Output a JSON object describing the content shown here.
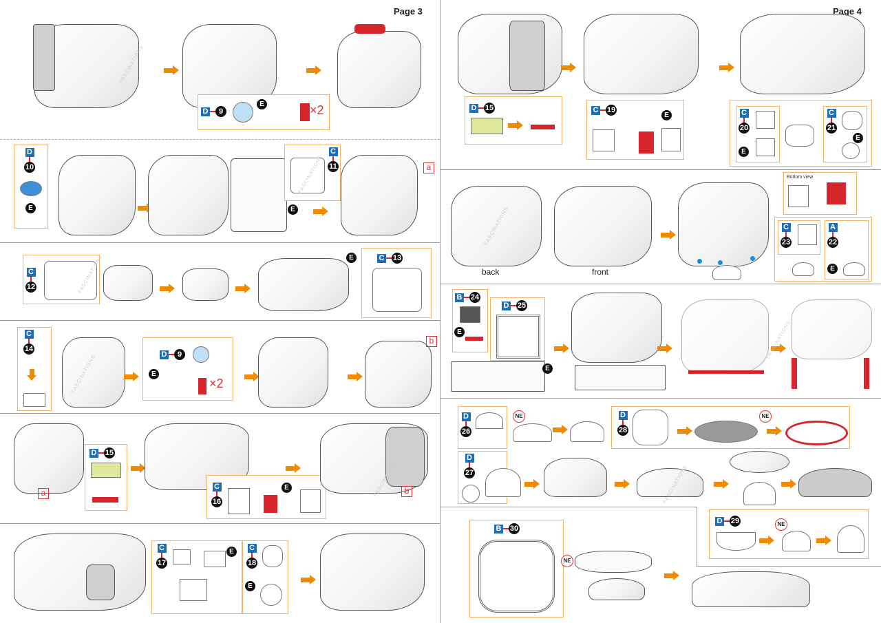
{
  "pages": [
    {
      "label": "Page 3"
    },
    {
      "label": "Page 4"
    }
  ],
  "watermark": "FASCINATIONS",
  "multiplier": "×2",
  "connector_labels": {
    "a": "a",
    "b": "b"
  },
  "captions": {
    "back": "back",
    "front": "front",
    "bottom_view": "Bottom view"
  },
  "glue_mark": "E",
  "ne_mark": "NE",
  "steps": {
    "s9a": {
      "sheet": "D",
      "num": "9"
    },
    "s10": {
      "sheet": "D",
      "num": "10"
    },
    "s11": {
      "sheet": "C",
      "num": "11"
    },
    "s12": {
      "sheet": "C",
      "num": "12"
    },
    "s13": {
      "sheet": "C",
      "num": "13"
    },
    "s14": {
      "sheet": "C",
      "num": "14"
    },
    "s9b": {
      "sheet": "D",
      "num": "9"
    },
    "s15a": {
      "sheet": "D",
      "num": "15"
    },
    "s16": {
      "sheet": "C",
      "num": "16"
    },
    "s17": {
      "sheet": "C",
      "num": "17"
    },
    "s18": {
      "sheet": "C",
      "num": "18"
    },
    "s15b": {
      "sheet": "D",
      "num": "15"
    },
    "s19": {
      "sheet": "C",
      "num": "19"
    },
    "s20": {
      "sheet": "C",
      "num": "20"
    },
    "s21": {
      "sheet": "C",
      "num": "21"
    },
    "s22": {
      "sheet": "A",
      "num": "22"
    },
    "s23": {
      "sheet": "C",
      "num": "23"
    },
    "s24": {
      "sheet": "B",
      "num": "24"
    },
    "s25": {
      "sheet": "D",
      "num": "25"
    },
    "s26": {
      "sheet": "D",
      "num": "26"
    },
    "s27": {
      "sheet": "D",
      "num": "27"
    },
    "s28": {
      "sheet": "D",
      "num": "28"
    },
    "s29": {
      "sheet": "D",
      "num": "29"
    },
    "s30": {
      "sheet": "B",
      "num": "30"
    }
  },
  "colors": {
    "accent_arrow": "#f08a00",
    "sheet_badge": "#1f6db3",
    "box_border": "#f2b366",
    "highlight": "#d7262b"
  }
}
